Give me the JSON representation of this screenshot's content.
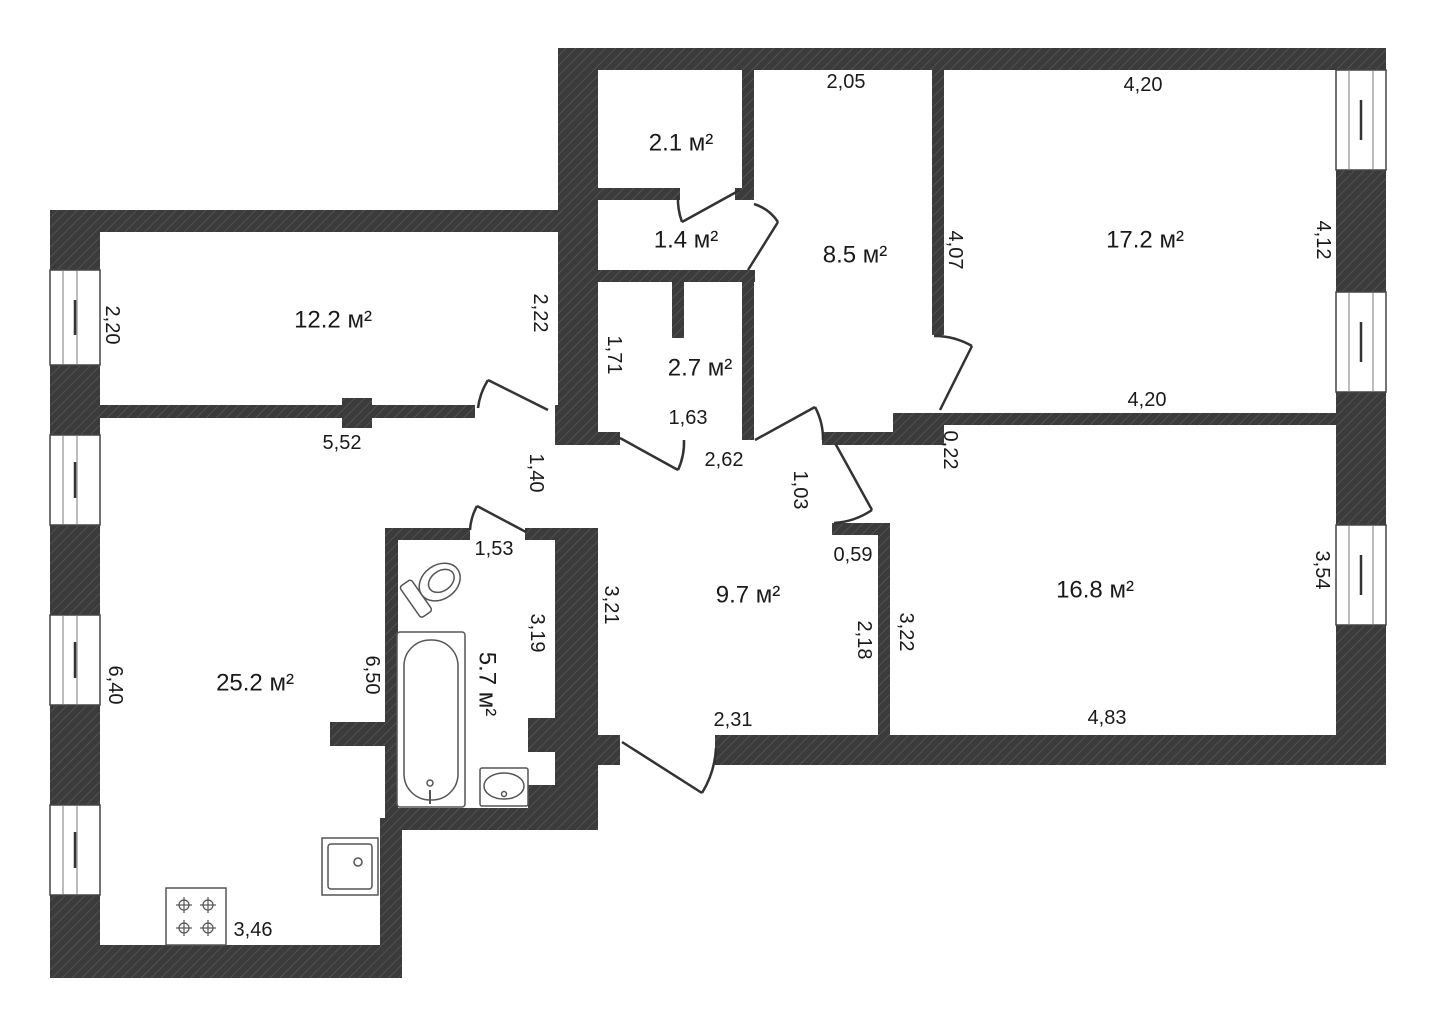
{
  "rooms": [
    {
      "area": "2.1 м²"
    },
    {
      "area": "1.4 м²"
    },
    {
      "area": "8.5 м²"
    },
    {
      "area": "17.2 м²"
    },
    {
      "area": "12.2 м²"
    },
    {
      "area": "2.7 м²"
    },
    {
      "area": "9.7 м²"
    },
    {
      "area": "16.8 м²"
    },
    {
      "area": "25.2 м²"
    },
    {
      "area": "5.7 м²"
    }
  ],
  "dimensions": [
    "2,05",
    "4,20",
    "4,07",
    "4,12",
    "2,20",
    "2,22",
    "1,71",
    "1,63",
    "4,20",
    "5,52",
    "2,62",
    "0,22",
    "1,40",
    "1,03",
    "1,53",
    "0,59",
    "3,21",
    "3,54",
    "3,19",
    "2,18",
    "3,22",
    "6,50",
    "6,40",
    "2,31",
    "4,83",
    "3,46"
  ],
  "fixtures": [
    "toilet-icon",
    "bathtub-icon",
    "washbasin-icon",
    "kitchen-sink-icon",
    "stove-icon"
  ],
  "colors": {
    "wall": "#3b3b3b",
    "hatch": "#5e5e5e",
    "floor": "#ffffff",
    "text": "#1a1a1a"
  }
}
